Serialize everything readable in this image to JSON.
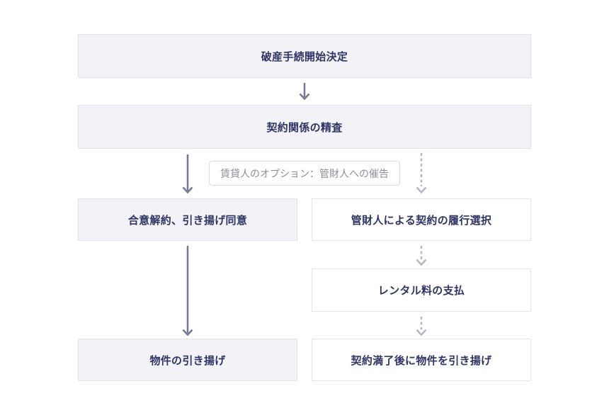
{
  "flowchart": {
    "nodes": {
      "start": {
        "label": "破産手続開始決定"
      },
      "review": {
        "label": "契約関係の精査"
      },
      "agree": {
        "label": "合意解約、引き揚げ同意"
      },
      "trustee_choice": {
        "label": "管財人による契約の履行選択"
      },
      "rent_payment": {
        "label": "レンタル料の支払"
      },
      "retrieve_left": {
        "label": "物件の引き揚げ"
      },
      "retrieve_right": {
        "label": "契約満了後に物件を引き揚げ"
      }
    },
    "annotation": {
      "label": "賃貸人のオプション：管財人への催告"
    },
    "colors": {
      "node_fill": "#f2f2f7",
      "node_fill_border": "#e3e3eb",
      "node_white_border": "#e4e4e9",
      "node_text": "#2f3464",
      "solid_arrow": "#757892",
      "dashed_arrow": "#b5b7c4",
      "annotation_text": "#8e8e95",
      "annotation_border": "#dcdce1"
    }
  }
}
